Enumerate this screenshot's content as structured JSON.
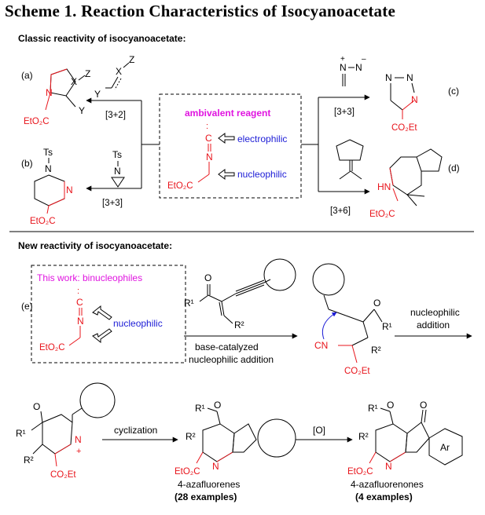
{
  "title": "Scheme 1. Reaction Characteristics of Isocyanoacetate",
  "classic_heading": "Classic reactivity of isocyanoacetate:",
  "new_heading": "New reactivity of isocyanoacetate:",
  "labels": {
    "a": "(a)",
    "b": "(b)",
    "c": "(c)",
    "d": "(d)",
    "e": "(e)"
  },
  "center_box": {
    "title": "ambivalent reagent",
    "electrophilic": "electrophilic",
    "nucleophilic": "nucleophilic",
    "ester": "EtO₂C"
  },
  "arrows": {
    "a_label": "[3+2]",
    "b_label": "[3+3]",
    "c_label": "[3+3]",
    "d_label": "[3+6]"
  },
  "reaction_a": {
    "sub_x": "X",
    "sub_z": "Z",
    "sub_y": "Y",
    "prod_n": "N",
    "prod_x": "X",
    "prod_z": "Z",
    "prod_y": "Y",
    "prod_ester": "EtO₂C"
  },
  "reaction_b": {
    "ts": "Ts",
    "n": "N",
    "prod_ts": "Ts",
    "prod_n1": "N",
    "prod_n2": "N",
    "prod_ester": "EtO₂C"
  },
  "reaction_c": {
    "diazo_n1": "N",
    "diazo_n2": "N",
    "plus": "+",
    "minus": "–",
    "prod_n1": "N",
    "prod_n2": "N",
    "prod_n3": "N",
    "prod_ester": "CO₂Et"
  },
  "reaction_d": {
    "hn": "HN",
    "prod_ester": "EtO₂C"
  },
  "box_e": {
    "title": "This work: binucleophiles",
    "nucleophilic": "nucleophilic",
    "ester": "EtO₂C"
  },
  "enynone": {
    "r1": "R¹",
    "r2": "R²"
  },
  "arrow_e": {
    "line1": "base-catalyzed",
    "line2": "nucleophilic addition"
  },
  "allene": {
    "r1": "R¹",
    "r2": "R²",
    "cn": "CN",
    "ester": "CO₂Et"
  },
  "arrow_nuc": {
    "line1": "nucleophilic",
    "line2": "addition"
  },
  "cyclic_int": {
    "r1": "R¹",
    "r2": "R²",
    "n": "N",
    "plus": "+",
    "ester": "CO₂Et"
  },
  "arrow_cyc": "cyclization",
  "azafluorene": {
    "r1": "R¹",
    "r2": "R²",
    "n": "N",
    "ester": "EtO₂C",
    "name": "4-azafluorenes",
    "count": "(28 examples)"
  },
  "arrow_ox": "[O]",
  "azafluorenone": {
    "r1": "R¹",
    "r2": "R²",
    "n": "N",
    "ester": "EtO₂C",
    "ar": "Ar",
    "name": "4-azafluorenones",
    "count": "(4 examples)"
  },
  "colors": {
    "red": "#e8141b",
    "blue": "#1c1cd6",
    "magenta": "#e014e0",
    "black": "#000000"
  }
}
